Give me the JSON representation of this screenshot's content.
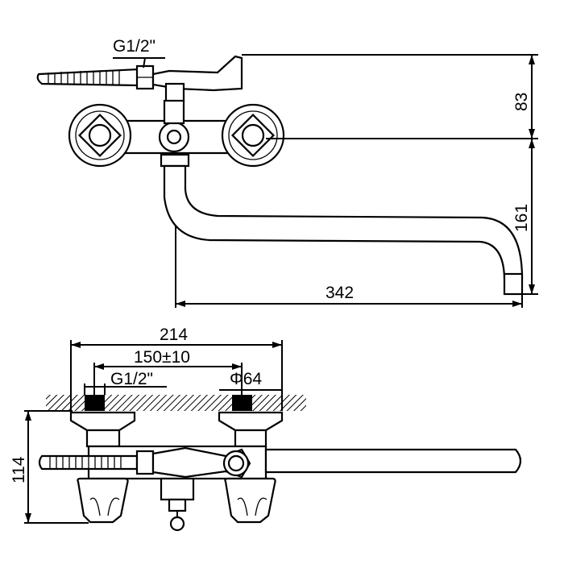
{
  "top_view": {
    "hose_thread_label": "G1/2\"",
    "dim_height_upper": "83",
    "dim_height_lower": "161",
    "dim_spout_length": "342"
  },
  "front_view": {
    "dim_overall_width": "214",
    "dim_center_distance": "150±10",
    "thread_label": "G1/2\"",
    "dim_flange_diameter": "Φ64",
    "dim_height": "114"
  }
}
